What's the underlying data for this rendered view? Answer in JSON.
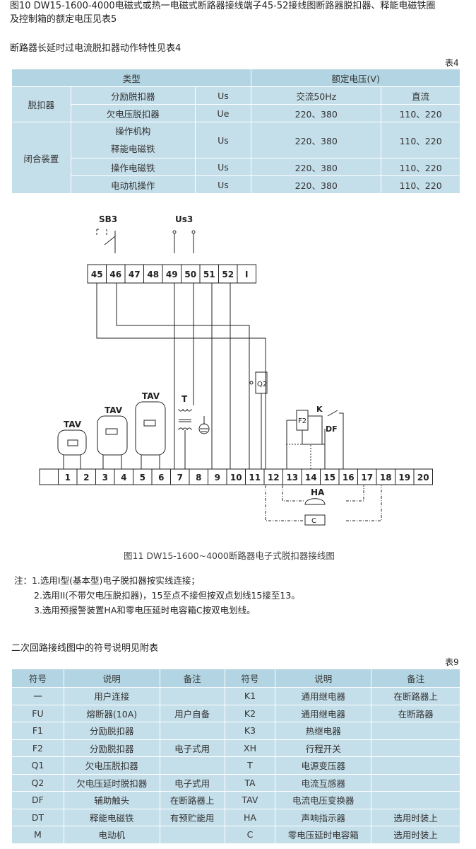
{
  "header": {
    "line1": "图10    DW15-1600-4000电磁式或热一电磁式断路器接线端子45-52接线图断路器脱扣器、释能电磁铁圈",
    "line2": "及控制箱的额定电压见表5"
  },
  "section1": {
    "title": "断路器长延时过电流脱扣器动作特性见表4",
    "table_label": "表4",
    "table": {
      "h_type": "类型",
      "h_voltage": "额定电压(V)",
      "sub_ac": "交流50Hz",
      "sub_dc": "直流",
      "group1": "脱扣器",
      "group2": "闭合装置",
      "rows": [
        {
          "name": "分励脱扣器",
          "sym": "Us",
          "ac": "",
          "dc": ""
        },
        {
          "name": "欠电压脱扣器",
          "sym": "Ue",
          "ac": "220、380",
          "dc": "110、220"
        },
        {
          "name1": "操作机构",
          "name2": "释能电磁铁",
          "sym": "Us",
          "ac": "220、380",
          "dc": "110、220"
        },
        {
          "name": "操作电磁铁",
          "sym": "Us",
          "ac": "220、380",
          "dc": "110、220"
        },
        {
          "name": "电动机操作",
          "sym": "Us",
          "ac": "220、380",
          "dc": "110、220"
        }
      ]
    }
  },
  "diagram": {
    "labels": {
      "sb3": "SB3",
      "us3": "Us3",
      "tav": "TAV",
      "t": "T",
      "q2": "Q2",
      "f2": "F2",
      "k": "K",
      "df": "DF",
      "ha": "HA",
      "c": "C"
    },
    "top_terminals": [
      "45",
      "46",
      "47",
      "48",
      "49",
      "50",
      "51",
      "52",
      "I"
    ],
    "bottom_terminals": [
      "",
      "1",
      "2",
      "3",
      "4",
      "5",
      "6",
      "7",
      "8",
      "9",
      "10",
      "11",
      "12",
      "13",
      "14",
      "15",
      "16",
      "17",
      "18",
      "19",
      "20"
    ],
    "caption": "图11    DW15-1600~4000断路器电子式脱扣器接线图"
  },
  "notes": {
    "line1": "注：1.选用I型(基本型)电子脱扣器按实线连接；",
    "line2": "2.选用II(不带欠电压脱扣器)，15至点不接但按双点划线15接至13。",
    "line3": "3.选用预报警装置HA和零电压延时电容箱C按双电划线。"
  },
  "section2": {
    "title": "二次回路接线图中的符号说明见附表",
    "table_label": "表9",
    "headers": [
      "符号",
      "说明",
      "备注",
      "符号",
      "说明",
      "备注"
    ],
    "rows": [
      [
        "一",
        "用户连接",
        "",
        "K1",
        "通用继电器",
        "在断路器上"
      ],
      [
        "FU",
        "熔断器(10A)",
        "用户自备",
        "K2",
        "通用继电器",
        "在断路器"
      ],
      [
        "F1",
        "分励脱扣器",
        "",
        "K3",
        "热继电器",
        ""
      ],
      [
        "F2",
        "分励脱扣器",
        "电子式用",
        "XH",
        "行程开关",
        ""
      ],
      [
        "Q1",
        "欠电压脱扣器",
        "",
        "T",
        "电源变压器",
        ""
      ],
      [
        "Q2",
        "欠电压延时脱扣器",
        "电子式用",
        "TA",
        "电流互感器",
        ""
      ],
      [
        "DF",
        "辅助触头",
        "在断路器上",
        "TAV",
        "电流电压变换器",
        ""
      ],
      [
        "DT",
        "释能电磁铁",
        "有预贮能用",
        "HA",
        "声响指示器",
        "选用时装上"
      ],
      [
        "M",
        "电动机",
        "",
        "C",
        "零电压延时电容箱",
        "选用时装上"
      ]
    ]
  }
}
